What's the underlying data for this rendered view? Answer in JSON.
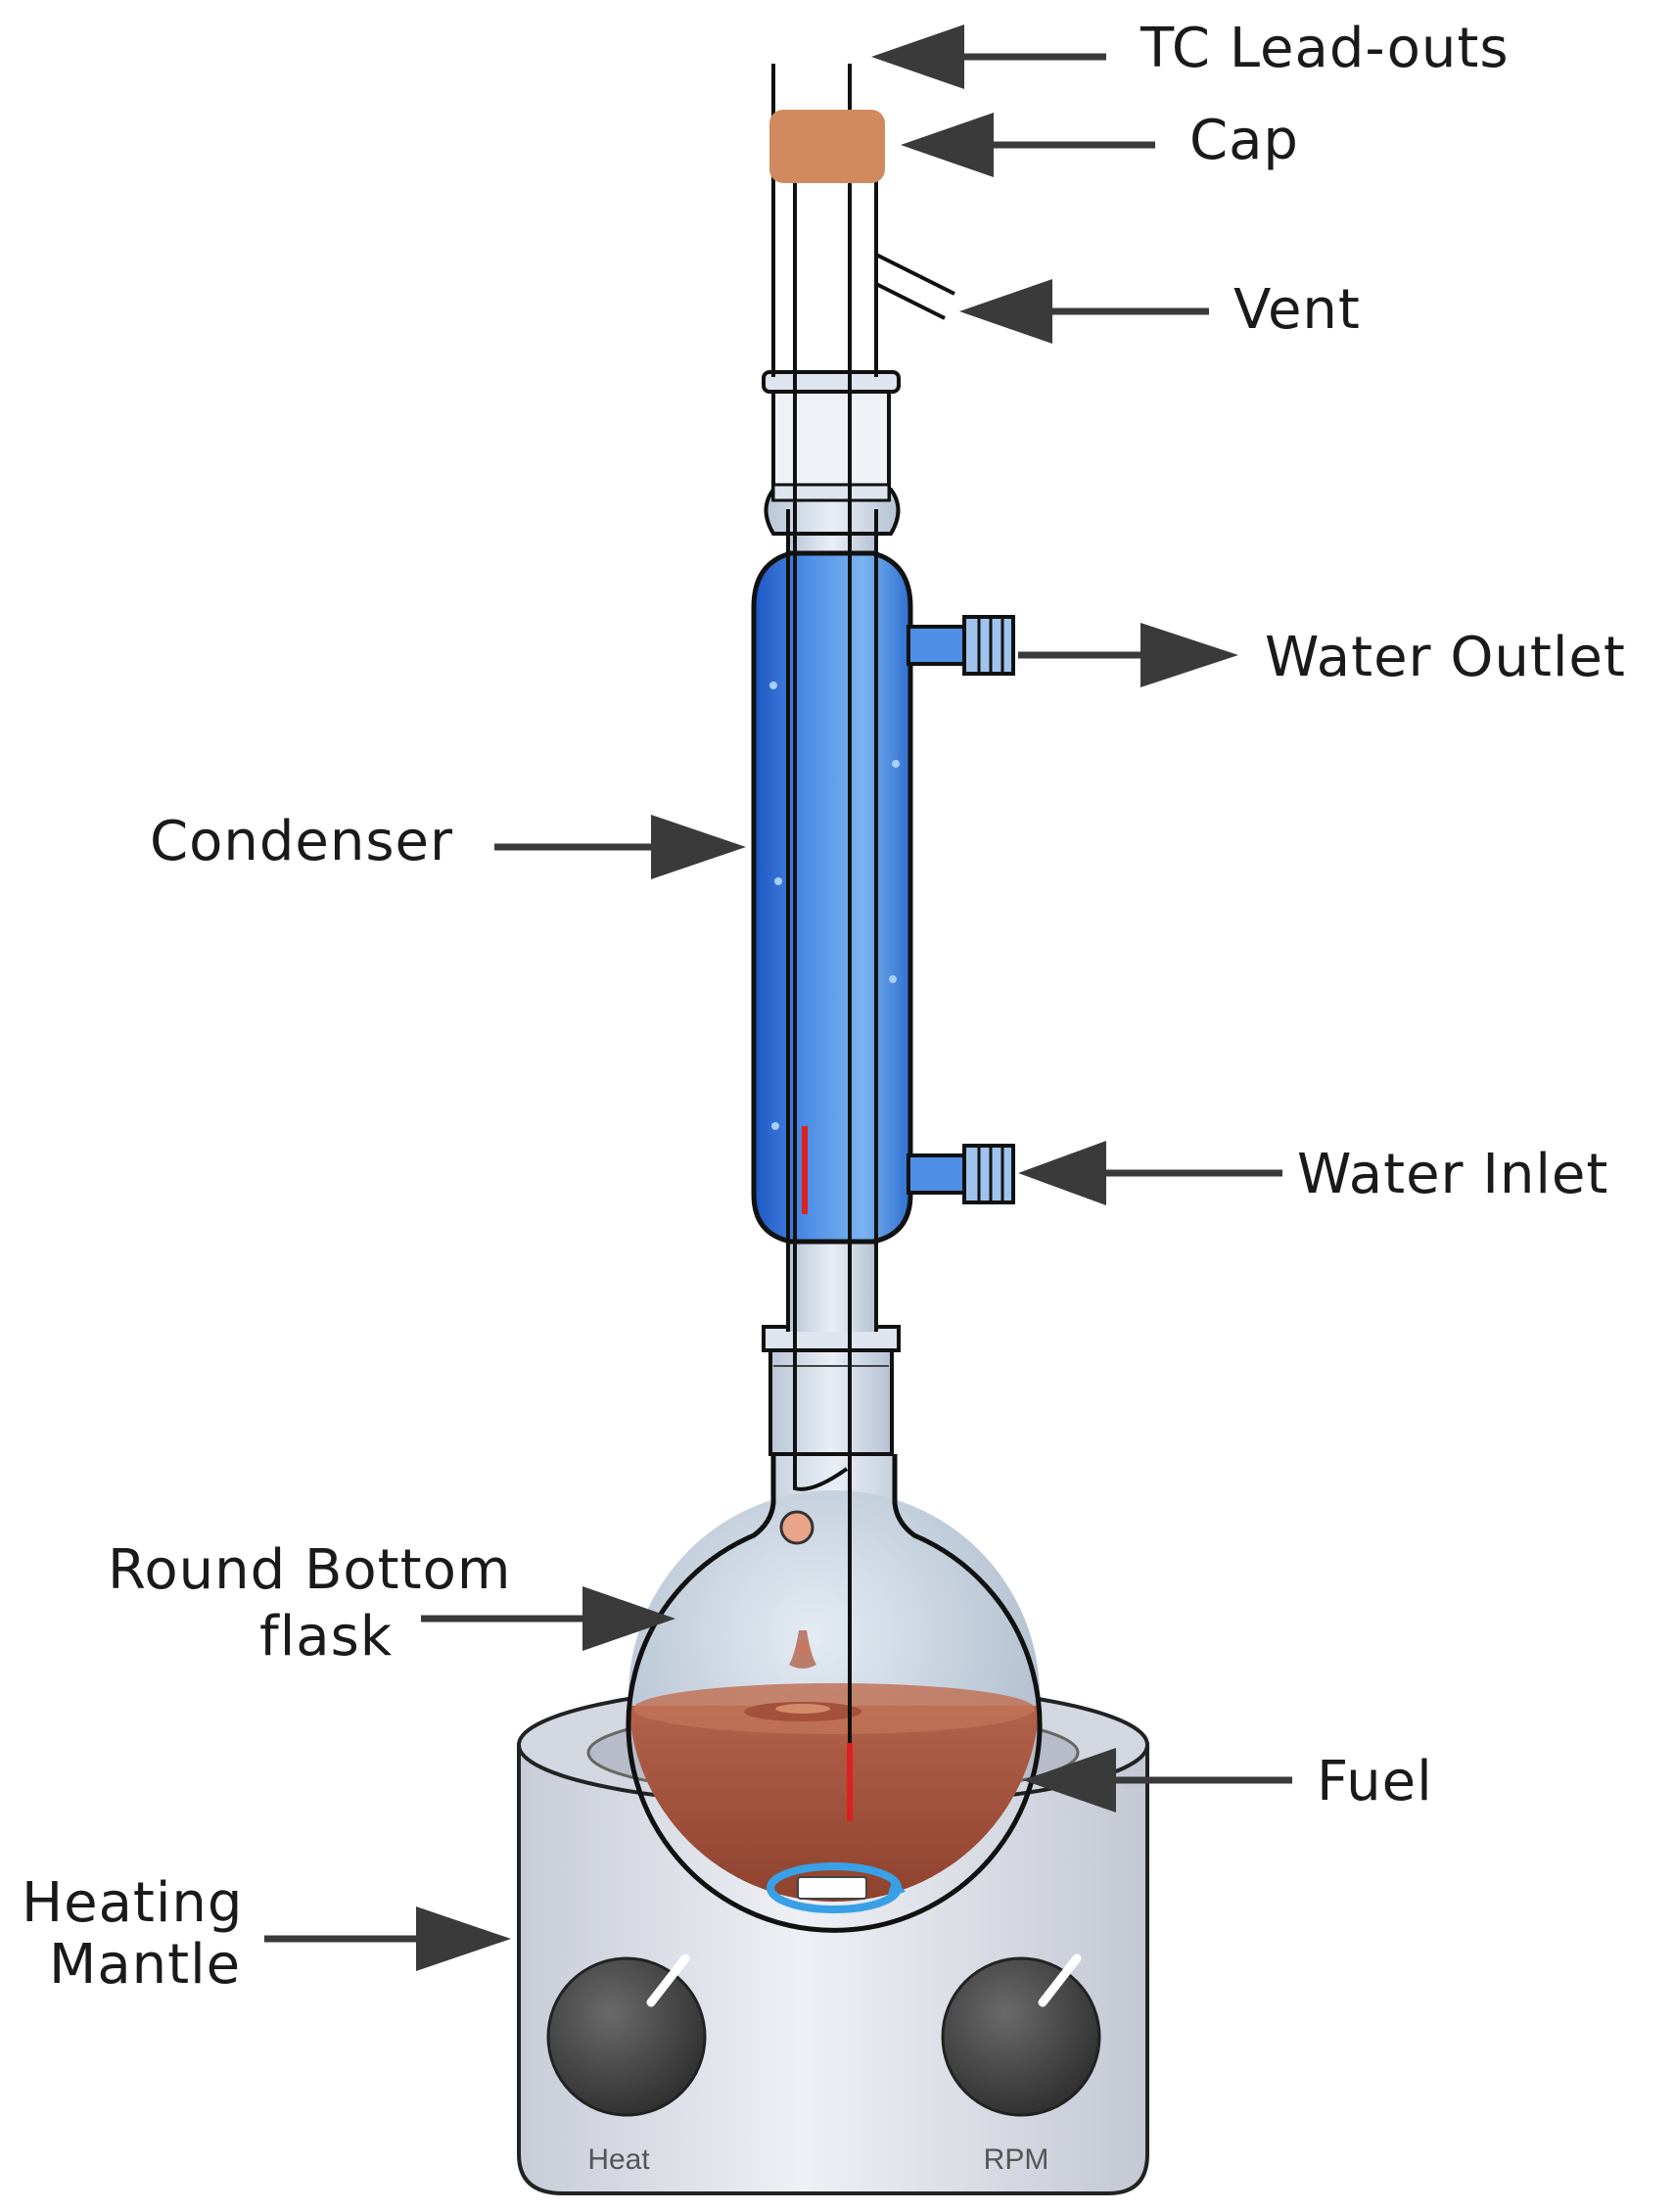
{
  "labels": {
    "tc_leadouts": "TC Lead-outs",
    "cap": "Cap",
    "vent": "Vent",
    "water_outlet": "Water Outlet",
    "condenser": "Condenser",
    "water_inlet": "Water Inlet",
    "round_bottom_line1": "Round Bottom",
    "round_bottom_line2": "flask",
    "fuel": "Fuel",
    "heating_line1": "Heating",
    "heating_line2": "Mantle",
    "heat_knob": "Heat",
    "rpm_knob": "RPM"
  },
  "colors": {
    "cap": "#d08a5e",
    "water": "#2f6fd1",
    "fuel": "#9a4a33",
    "arrow": "#3a3a3a",
    "thermocouple": "#e02020",
    "knob": "#3a3a3a",
    "mantle": "#e4e7ee"
  }
}
